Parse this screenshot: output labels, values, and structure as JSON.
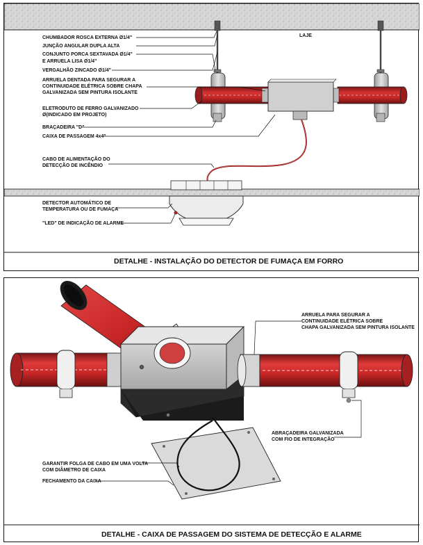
{
  "top": {
    "labels": {
      "slab": "LAJE",
      "anchor": "CHUMBADOR ROSCA EXTERNA Ø1/4\"",
      "junction": "JUNÇÃO ANGULAR DUPLA ALTA",
      "nut_set_1": "CONJUNTO PORCA SEXTAVADA Ø1/4\"",
      "nut_set_2": "E ARRUELA LISA Ø1/4\"",
      "rod": "VERGALHÃO ZINCADO Ø1/4\"",
      "washer_1": "ARRUELA DENTADA PARA SEGURAR A",
      "washer_2": "CONTINUIDADE ELÉTRICA SOBRE CHAPA",
      "washer_3": "GALVANIZADA SEM PINTURA ISOLANTE",
      "conduit_1": "ELETRODUTO DE FERRO GALVANIZADO",
      "conduit_2": "Ø(INDICADO EM PROJETO)",
      "bracket": "BRAÇADEIRA \"D\"",
      "box": "CAIXA DE PASSAGEM 4x4\"",
      "cable_1": "CABO DE ALIMENTAÇÃO DO",
      "cable_2": "DETECÇÃO DE INCÊNDIO",
      "detector_1": "DETECTOR AUTOMÁTICO DE",
      "detector_2": "TEMPERATURA OU DE FUMAÇA",
      "led": "\"LED\" DE INDICAÇÃO DE ALARME"
    },
    "caption": "DETALHE - INSTALAÇÃO DO DETECTOR DE FUMAÇA EM FORRO"
  },
  "bottom": {
    "labels": {
      "washer_1": "ARRUELA PARA SEGURAR A",
      "washer_2": "CONTINUIDADE ELÉTRICA SOBRE",
      "washer_3": "CHAPA GALVANIZADA SEM PINTURA ISOLANTE",
      "clamp_1": "ABRAÇADEIRA GALVANIZADA",
      "clamp_2": "COM FIO DE INTEGRAÇÃO",
      "slack_1": "GARANTIR FOLGA DE CABO EM UMA VOLTA",
      "slack_2": "COM DIÂMETRO DE CAIXA",
      "cover": "FECHAMENTO DA CAIXA"
    },
    "caption": "DETALHE - CAIXA DE PASSAGEM DO SISTEMA DE DETECÇÃO E ALARME"
  },
  "colors": {
    "conduit": "#d42a2a",
    "conduit_dark": "#8e1a1a",
    "metal": "#c9c9c9",
    "slab": "#d9d9d9"
  }
}
